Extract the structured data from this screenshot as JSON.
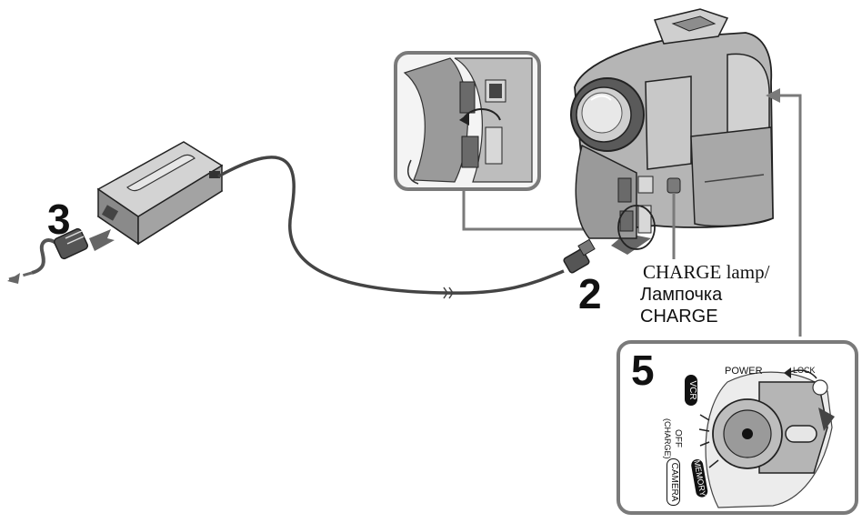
{
  "steps": {
    "adapter": "3",
    "camcorder": "2",
    "switch": "5"
  },
  "charge_lamp": {
    "line1": "CHARGE lamp/",
    "line2": "Лампочка",
    "line3": "CHARGE"
  },
  "power_switch": {
    "power_label": "POWER",
    "lock_label": "LOCK",
    "vcr_label": "VCR",
    "off_label": "OFF",
    "charge_label": "(CHARGE)",
    "camera_label": "CAMERA",
    "memory_label": "MEMORY"
  },
  "colors": {
    "outline": "#222222",
    "body_gray": "#9a9a9a",
    "dark_gray": "#5a5a5a",
    "light_gray": "#c8c8c8",
    "frame_gray": "#7a7a7a"
  }
}
